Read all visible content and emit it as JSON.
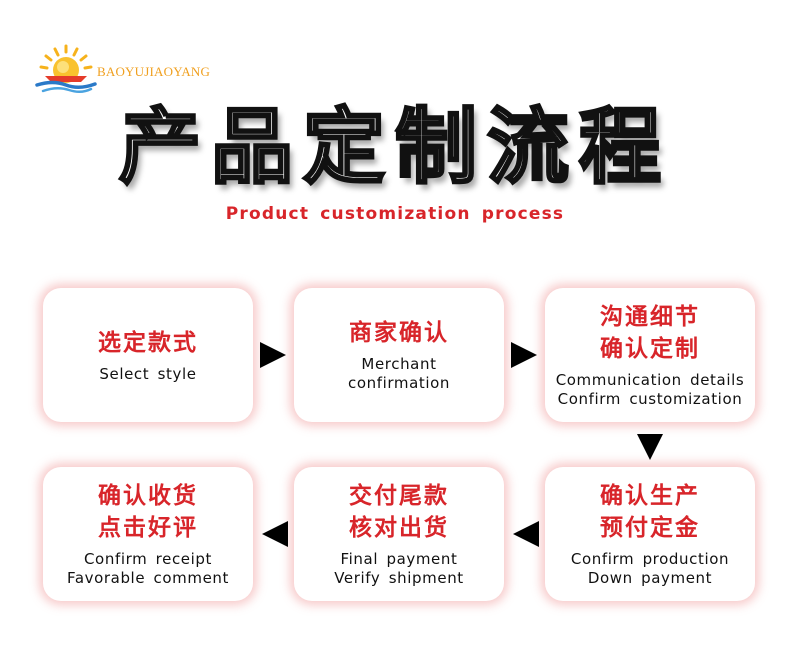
{
  "logo": {
    "text": "BAOYUJIAOYANG",
    "icon": "sun-logo-icon",
    "colors": {
      "sun": "#f6b21c",
      "waves": "#2a79c8",
      "boat": "#e53b2a"
    }
  },
  "title": {
    "chinese": "产品定制流程",
    "english": "Product customization process"
  },
  "colors": {
    "accent": "#d8252a",
    "card_glow": "#ec7878",
    "arrow": "#000000"
  },
  "steps": [
    {
      "cn": [
        "选定款式"
      ],
      "en": [
        "Select style"
      ]
    },
    {
      "cn": [
        "商家确认"
      ],
      "en": [
        "Merchant",
        "confirmation"
      ]
    },
    {
      "cn": [
        "沟通细节",
        "确认定制"
      ],
      "en": [
        "Communication details",
        "Confirm customization"
      ]
    },
    {
      "cn": [
        "确认生产",
        "预付定金"
      ],
      "en": [
        "Confirm production",
        "Down payment"
      ]
    },
    {
      "cn": [
        "交付尾款",
        "核对出货"
      ],
      "en": [
        "Final payment",
        "Verify shipment"
      ]
    },
    {
      "cn": [
        "确认收货",
        "点击好评"
      ],
      "en": [
        "Confirm receipt",
        "Favorable comment"
      ]
    }
  ],
  "arrows": [
    "arrow-right",
    "arrow-right",
    "arrow-down",
    "arrow-left",
    "arrow-left"
  ]
}
